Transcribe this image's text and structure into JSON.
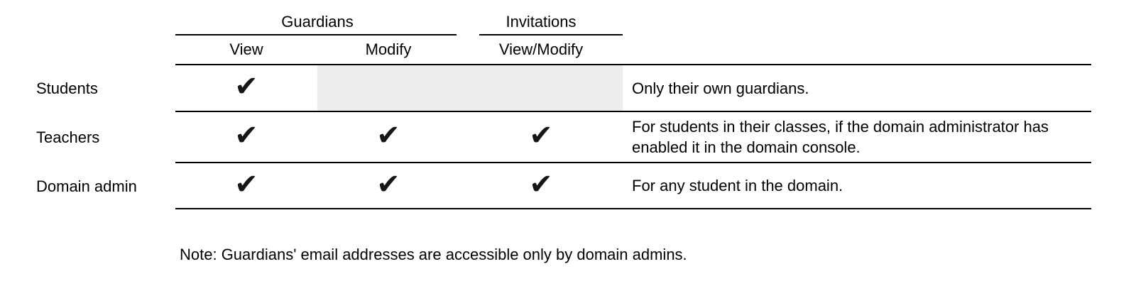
{
  "table": {
    "column_groups": [
      {
        "label": "Guardians",
        "columns": [
          "View",
          "Modify"
        ]
      },
      {
        "label": "Invitations",
        "columns": [
          "View/Modify"
        ]
      }
    ],
    "columns": [
      "View",
      "Modify",
      "View/Modify"
    ],
    "rows": [
      {
        "label": "Students",
        "view": true,
        "modify": false,
        "view_modify": false,
        "note": "Only their own guardians."
      },
      {
        "label": "Teachers",
        "view": true,
        "modify": true,
        "view_modify": true,
        "note": "For students in their classes, if the domain administrator has enabled it in the domain console."
      },
      {
        "label": "Domain admin",
        "view": true,
        "modify": true,
        "view_modify": true,
        "note": "For any student in the domain."
      }
    ]
  },
  "footnote": "Note: Guardians' email addresses are accessible only by domain admins.",
  "icons": {
    "checkmark": "✔"
  },
  "colors": {
    "text": "#000000",
    "line": "#000000",
    "checkmark": "#161616",
    "disabled_cell_bg": "#ededed",
    "background": "#ffffff"
  }
}
